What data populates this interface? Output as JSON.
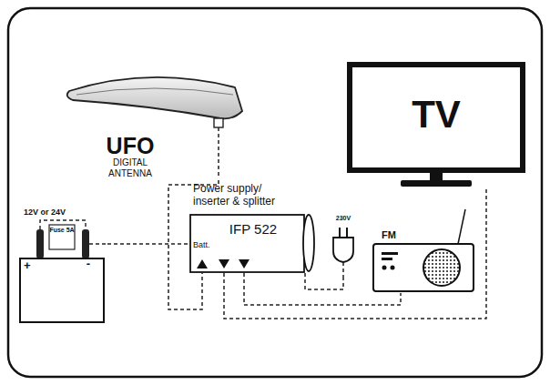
{
  "diagram": {
    "nodes": [
      {
        "text": [
          "UFO",
          "DIGITAL ANTENNA"
        ]
      },
      {
        "text": [
          "TV"
        ]
      },
      {
        "text": [
          "12V or 24V",
          "+",
          "-"
        ]
      },
      {
        "text": [
          "Power supply/ inserter & splitter",
          "IFP 522",
          "Batt."
        ]
      },
      {
        "text": [
          "230V"
        ]
      },
      {
        "text": [
          "FM"
        ]
      }
    ],
    "edges": [
      {
        "from": 0,
        "to": 3,
        "arrow": "none"
      },
      {
        "from": 2,
        "to": 3,
        "arrow": "none"
      },
      {
        "from": 3,
        "to": 4,
        "arrow": "none"
      },
      {
        "from": 3,
        "to": 5,
        "arrow": "none"
      },
      {
        "from": 3,
        "to": 1,
        "arrow": "none"
      }
    ],
    "labels": [
      "Fuse 5A"
    ]
  }
}
